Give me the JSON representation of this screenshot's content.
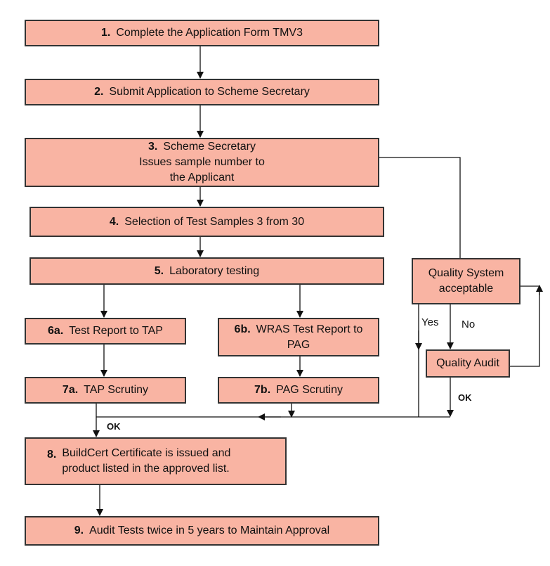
{
  "steps": [
    {
      "num": "1.",
      "text": "Complete the Application Form TMV3"
    },
    {
      "num": "2.",
      "text": "Submit Application to Scheme Secretary"
    },
    {
      "num": "3.",
      "text": "Scheme Secretary Issues sample number to the Applicant"
    },
    {
      "num": "4.",
      "text": "Selection of Test Samples 3 from 30"
    },
    {
      "num": "5.",
      "text": "Laboratory testing"
    },
    {
      "num": "6a.",
      "text": "Test Report to TAP"
    },
    {
      "num": "6b.",
      "text": "WRAS Test Report to PAG"
    },
    {
      "num": "7a.",
      "text": "TAP Scrutiny"
    },
    {
      "num": "7b.",
      "text": "PAG Scrutiny"
    },
    {
      "num": "8.",
      "text": "BuildCert Certificate is issued and product listed in the approved list."
    },
    {
      "num": "9.",
      "text": "Audit Tests twice in 5 years to Maintain Approval"
    }
  ],
  "quality_system": "Quality System acceptable",
  "quality_audit": "Quality Audit",
  "labels": {
    "yes": "Yes",
    "no": "No",
    "ok_audit": "OK",
    "ok_main": "OK"
  },
  "colors": {
    "box_fill": "#f9b4a3",
    "line": "#111111"
  }
}
